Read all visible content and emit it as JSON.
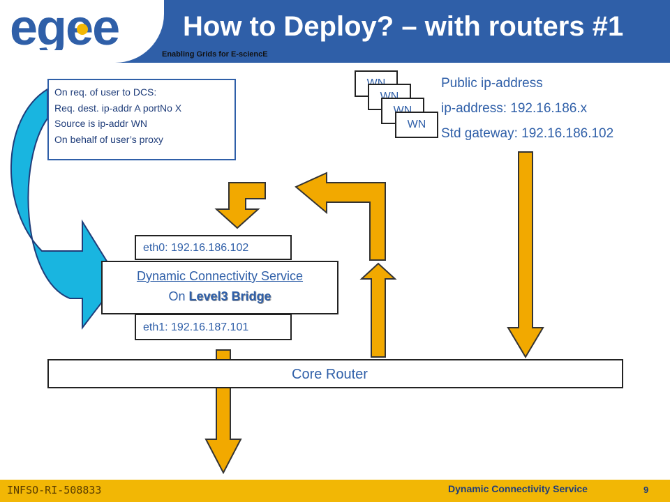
{
  "header": {
    "title": "How to Deploy? – with routers #1",
    "tagline": "Enabling Grids for E-sciencE",
    "logo_text": "egee"
  },
  "note": {
    "lines": [
      "On req. of user to DCS:",
      "Req. dest. ip-addr A portNo X",
      "Source is ip-addr WN",
      "On behalf of user’s proxy"
    ]
  },
  "worker_nodes": [
    "WN",
    "WN",
    "WN",
    "WN"
  ],
  "public_info": {
    "line1": "Public ip-address",
    "line2": "ip-address: 192.16.186.x",
    "line3": "Std gateway: 192.16.186.102"
  },
  "bridge": {
    "eth0": "eth0: 192.16.186.102",
    "service_name": "Dynamic Connectivity Service",
    "on_prefix": "On ",
    "bridge_name": "Level3 Bridge",
    "eth1": "eth1: 192.16.187.101"
  },
  "core_router": {
    "label": "Core Router"
  },
  "colors": {
    "header": "#2f5fa8",
    "footer": "#f2b705",
    "arrow": "#f2a900",
    "curved_arrow": "#19b5e0"
  },
  "footer": {
    "id": "INFSO-RI-508833",
    "title": "Dynamic Connectivity Service",
    "page": "9"
  }
}
